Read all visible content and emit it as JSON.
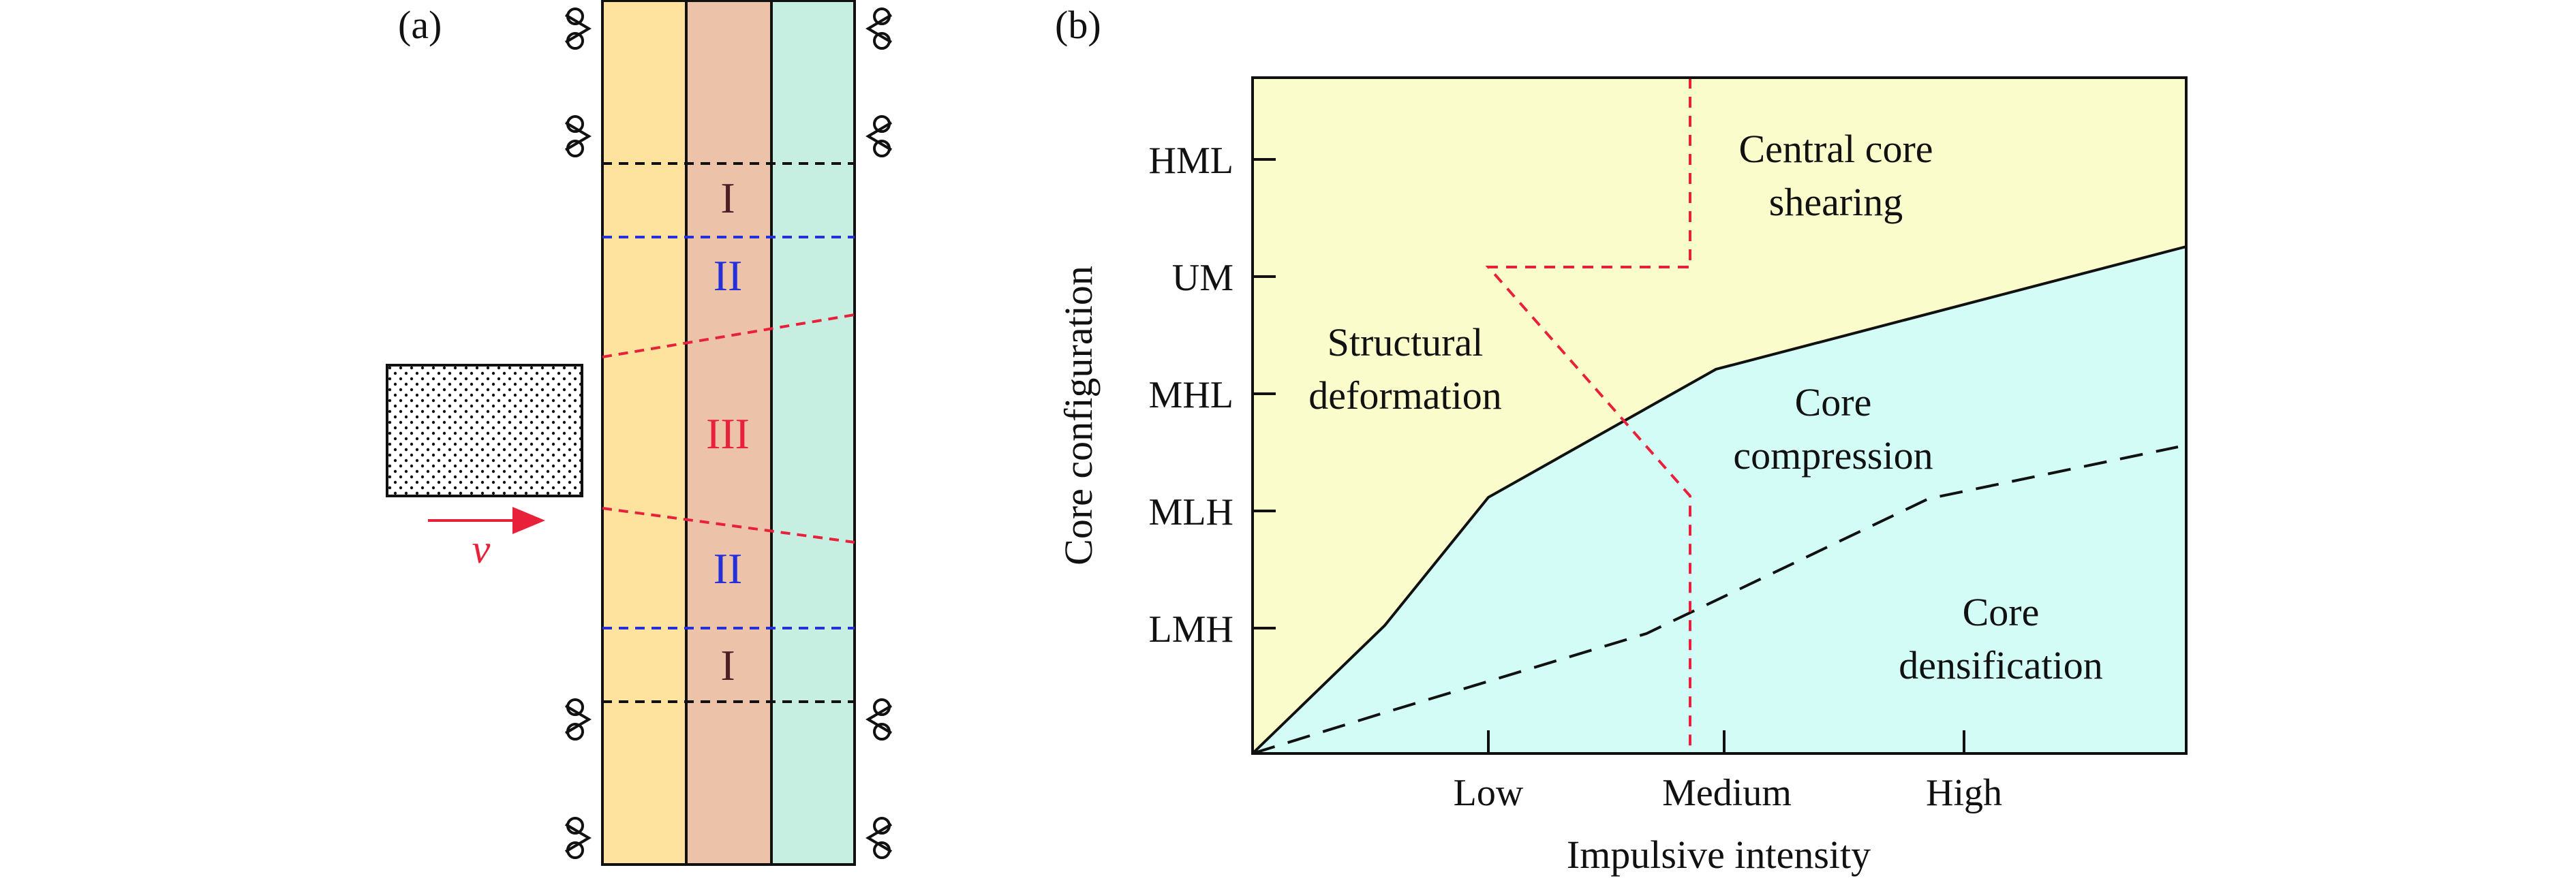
{
  "panel_a": {
    "label": "(a)",
    "zones": [
      {
        "text": "I",
        "color": "#4a1f28"
      },
      {
        "text": "II",
        "color": "#2530d8"
      },
      {
        "text": "III",
        "color": "#e8203a"
      },
      {
        "text": "II",
        "color": "#2530d8"
      },
      {
        "text": "I",
        "color": "#4a1f28"
      }
    ],
    "velocity_label": "v",
    "layer_colors": [
      "#fde39d",
      "#ecc3a8",
      "#c6efe2"
    ],
    "line_colors": {
      "boundary": "#111111",
      "zone2": "#2530d8",
      "zone3": "#e8203a"
    }
  },
  "panel_b": {
    "label": "(b)",
    "y_axis_title": "Core configuration",
    "y_ticks": [
      "HML",
      "UM",
      "MHL",
      "MLH",
      "LMH"
    ],
    "x_axis_title": "Impulsive intensity",
    "x_ticks": [
      "Low",
      "Medium",
      "High"
    ],
    "regions": {
      "structural": [
        "Structural",
        "deformation"
      ],
      "compression": [
        "Core",
        "compression"
      ],
      "densification": [
        "Core",
        "densification"
      ],
      "shearing": [
        "Central core",
        "shearing"
      ]
    },
    "colors": {
      "upper_fill": "#fbfccc",
      "lower_fill": "#d3fcf6",
      "shear": "#e8203a",
      "axes": "#111111"
    }
  }
}
